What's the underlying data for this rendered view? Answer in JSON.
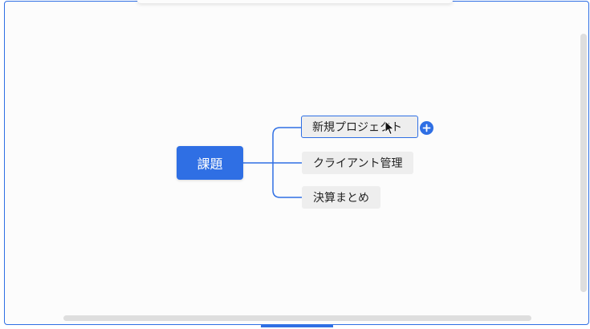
{
  "mindmap": {
    "root": {
      "label": "課題"
    },
    "children": [
      {
        "label": "新規プロジェクト",
        "selected": true
      },
      {
        "label": "クライアント管理",
        "selected": false
      },
      {
        "label": "決算まとめ",
        "selected": false
      }
    ]
  },
  "controls": {
    "add_icon": "plus-icon"
  },
  "colors": {
    "accent": "#2f6fe4",
    "node_bg": "#eeeeee",
    "scrollbar": "#dedede"
  }
}
